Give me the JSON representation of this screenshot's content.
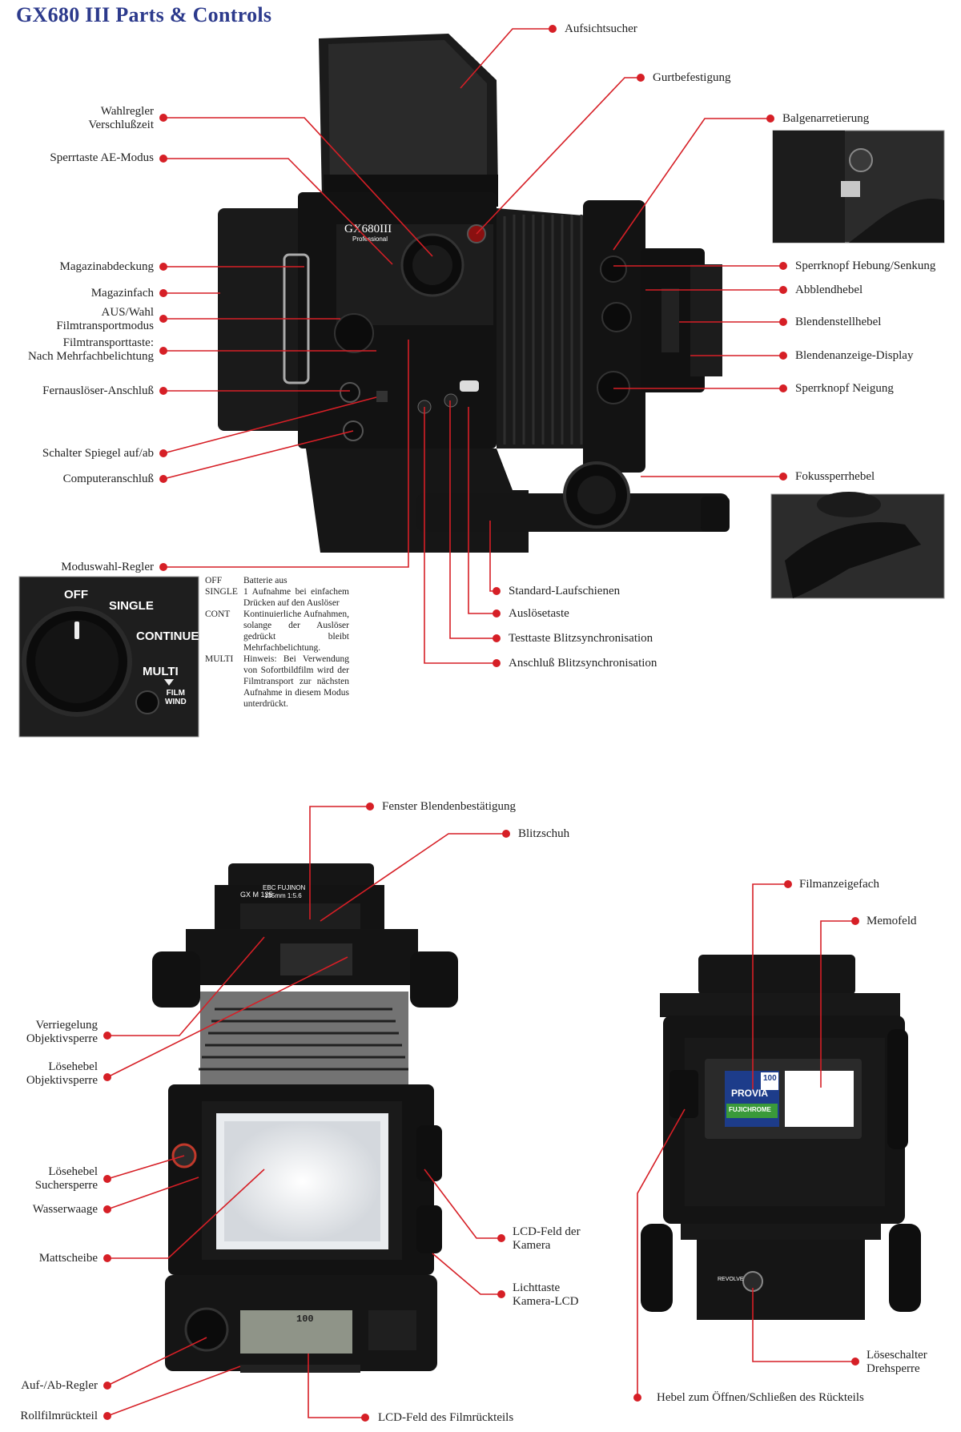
{
  "title": "GX680 III Parts & Controls",
  "brand_badge": "GX680III",
  "brand_sub": "Professional",
  "top_labels": {
    "aufsichtsucher": "Aufsichtsucher",
    "gurtbefestigung": "Gurtbefestigung",
    "balgenarretierung": "Balgenarretierung",
    "wahlregler": "Wahlregler\nVerschlußzeit",
    "sperrtaste_ae": "Sperrtaste AE-Modus",
    "magazinabdeckung": "Magazinabdeckung",
    "magazinfach": "Magazinfach",
    "aus_wahl": "AUS/Wahl\nFilmtransportmodus",
    "filmtransporttaste": "Filmtransporttaste:\nNach Mehrfachbelichtung",
    "fernausloeser": "Fernauslöser-Anschluß",
    "schalter_spiegel": "Schalter Spiegel auf/ab",
    "computeranschluss": "Computeranschluß",
    "sperrknopf_hebung": "Sperrknopf Hebung/Senkung",
    "abblendhebel": "Abblendhebel",
    "blendenstellhebel": "Blendenstellhebel",
    "blendenanzeige": "Blendenanzeige-Display",
    "sperrknopf_neigung": "Sperrknopf Neigung",
    "fokussperrhebel": "Fokussperrhebel",
    "moduswahl": "Moduswahl-Regler",
    "standard_laufschienen": "Standard-Laufschienen",
    "ausloesetaste": "Auslösetaste",
    "testtaste": "Testtaste Blitzsynchronisation",
    "anschluss_blitz": "Anschluß Blitzsynchronisation"
  },
  "dial": {
    "off": "OFF",
    "single": "SINGLE",
    "continue": "CONTINUE",
    "multi": "MULTI",
    "film_wind": "FILM\nWIND"
  },
  "legend": [
    {
      "key": "OFF",
      "text": "Batterie aus"
    },
    {
      "key": "SINGLE",
      "text": "1 Aufnahme bei einfachem Drücken auf den Auslöser"
    },
    {
      "key": "CONT",
      "text": "Kontinuierliche Aufnahmen, solange der Auslöser gedrückt bleibt Mehrfachbelichtung."
    },
    {
      "key": "MULTI",
      "text": "Hinweis: Bei Verwendung von Sofortbildfilm wird der Filmtransport zur nächsten Aufnahme in diesem Modus unterdrückt."
    }
  ],
  "bottom_labels": {
    "fenster": "Fenster Blendenbestätigung",
    "blitzschuh": "Blitzschuh",
    "verriegelung": "Verriegelung\nObjektivsperre",
    "loesehebel_obj": "Lösehebel\nObjektivsperre",
    "loesehebel_sucher": "Lösehebel\nSuchersperre",
    "wasserwaage": "Wasserwaage",
    "mattscheibe": "Mattscheibe",
    "auf_ab": "Auf-/Ab-Regler",
    "rollfilm": "Rollfilmrückteil",
    "lcd_kamera": "LCD-Feld der\nKamera",
    "lichttaste": "Lichttaste\nKamera-LCD",
    "lcd_film": "LCD-Feld des Filmrückteils",
    "filmanzeigefach": "Filmanzeigefach",
    "memofeld": "Memofeld",
    "loeseschalter": "Löseschalter\nDrehsperre",
    "hebel_oeffnen": "Hebel zum Öffnen/Schließen des Rückteils"
  },
  "lens_text": {
    "brand": "EBC FUJINON",
    "spec": "135mm 1:5.6",
    "model": "GX M 135"
  },
  "film_box": {
    "brand": "PROVIA",
    "sub": "FUJICHROME",
    "iso": "100"
  },
  "back_text": {
    "revolve": "REVOLVE",
    "lcd_value": "100"
  },
  "colors": {
    "title": "#2c3a8c",
    "leader": "#d61f26",
    "camera": "#151515"
  }
}
